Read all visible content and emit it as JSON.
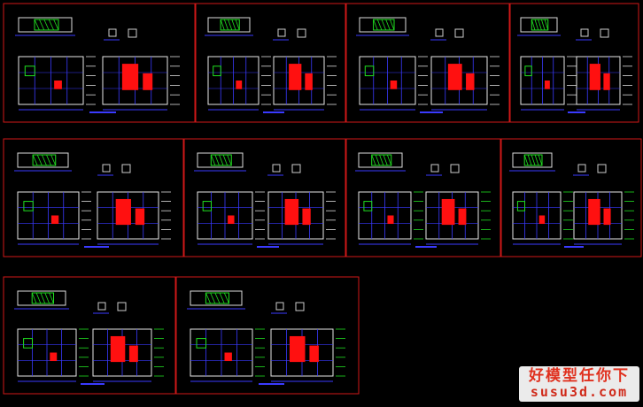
{
  "canvas": {
    "background": "#000000"
  },
  "colors": {
    "frame": "#d01818",
    "line": "#3a3aff",
    "accent_green": "#20e020",
    "accent_red": "#ff1010",
    "dim": "#ffffff"
  },
  "sheet_count": 10,
  "watermark": {
    "title": "好模型任你下",
    "url": "susu3d.com"
  }
}
